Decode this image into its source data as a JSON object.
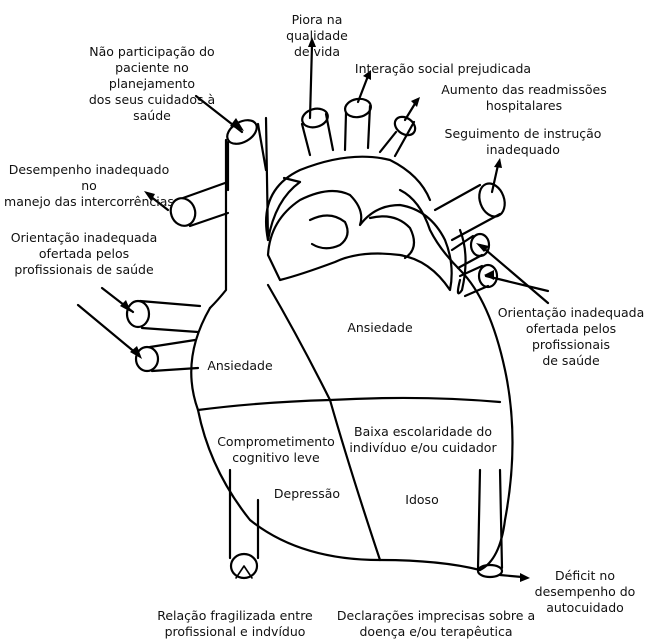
{
  "external_causes": {
    "piora": "Piora na qualidade\nde vida",
    "nao_participacao": "Não participação do\npaciente no planejamento\ndos seus cuidados à saúde",
    "interacao": "Interação social prejudicada",
    "readmissoes": "Aumento das readmissões hospitalares",
    "seguimento": "Seguimento de instrução\ninadequado",
    "desempenho_inadequado": "Desempenho inadequado no\nmanejo das intercorrências",
    "orientacao_esq": "Orientação inadequada\nofertada pelos\nprofissionais de saúde",
    "orientacao_dir": "Orientação inadequada\nofertada pelos profissionais\nde saúde",
    "deficit": "Déficit no\ndesempenho do\nautocuidado",
    "relacao": "Relação fragilizada entre\nprofissional e indvíduo",
    "declaracoes": "Declarações imprecisas sobre a\ndoença e/ou terapêutica"
  },
  "heart_regions": {
    "ansiedade_esq": "Ansiedade",
    "ansiedade_dir": "Ansiedade",
    "comprometimento": "Comprometimento\ncognitivo leve",
    "depressao": "Depressão",
    "baixa_escolaridade": "Baixa escolaridade do\nindivíduo e/ou cuidador",
    "idoso": "Idoso"
  }
}
